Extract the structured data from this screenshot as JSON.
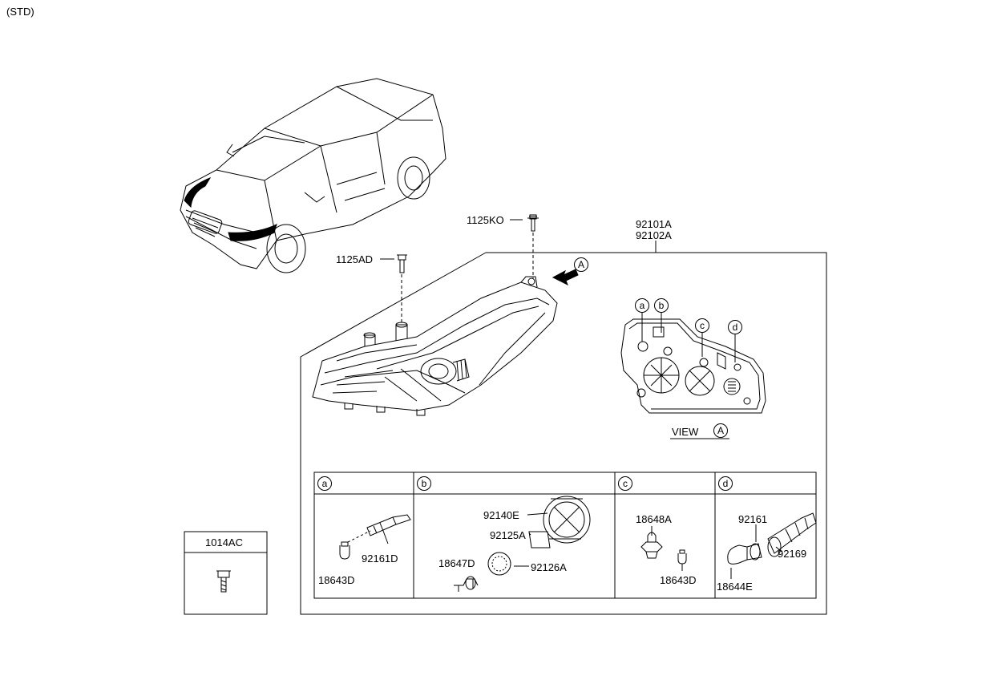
{
  "header": {
    "variant": "(STD)"
  },
  "assembly": {
    "part_lh": "92101A",
    "part_rh": "92102A"
  },
  "fasteners": {
    "upper": "1125KO",
    "lower": "1125AD"
  },
  "view": {
    "label": "VIEW",
    "marker": "A"
  },
  "callouts": [
    "a",
    "b",
    "c",
    "d"
  ],
  "detail_boxes": {
    "a": {
      "key": "a",
      "parts": [
        "92161D",
        "18643D"
      ]
    },
    "b": {
      "key": "b",
      "parts": [
        "92140E",
        "92125A",
        "18647D",
        "92126A"
      ]
    },
    "c": {
      "key": "c",
      "parts": [
        "18648A",
        "18643D"
      ]
    },
    "d": {
      "key": "d",
      "parts": [
        "92161",
        "92169",
        "18644E"
      ]
    }
  },
  "side_part": {
    "number": "1014AC"
  },
  "colors": {
    "line": "#000000",
    "background": "#ffffff"
  }
}
